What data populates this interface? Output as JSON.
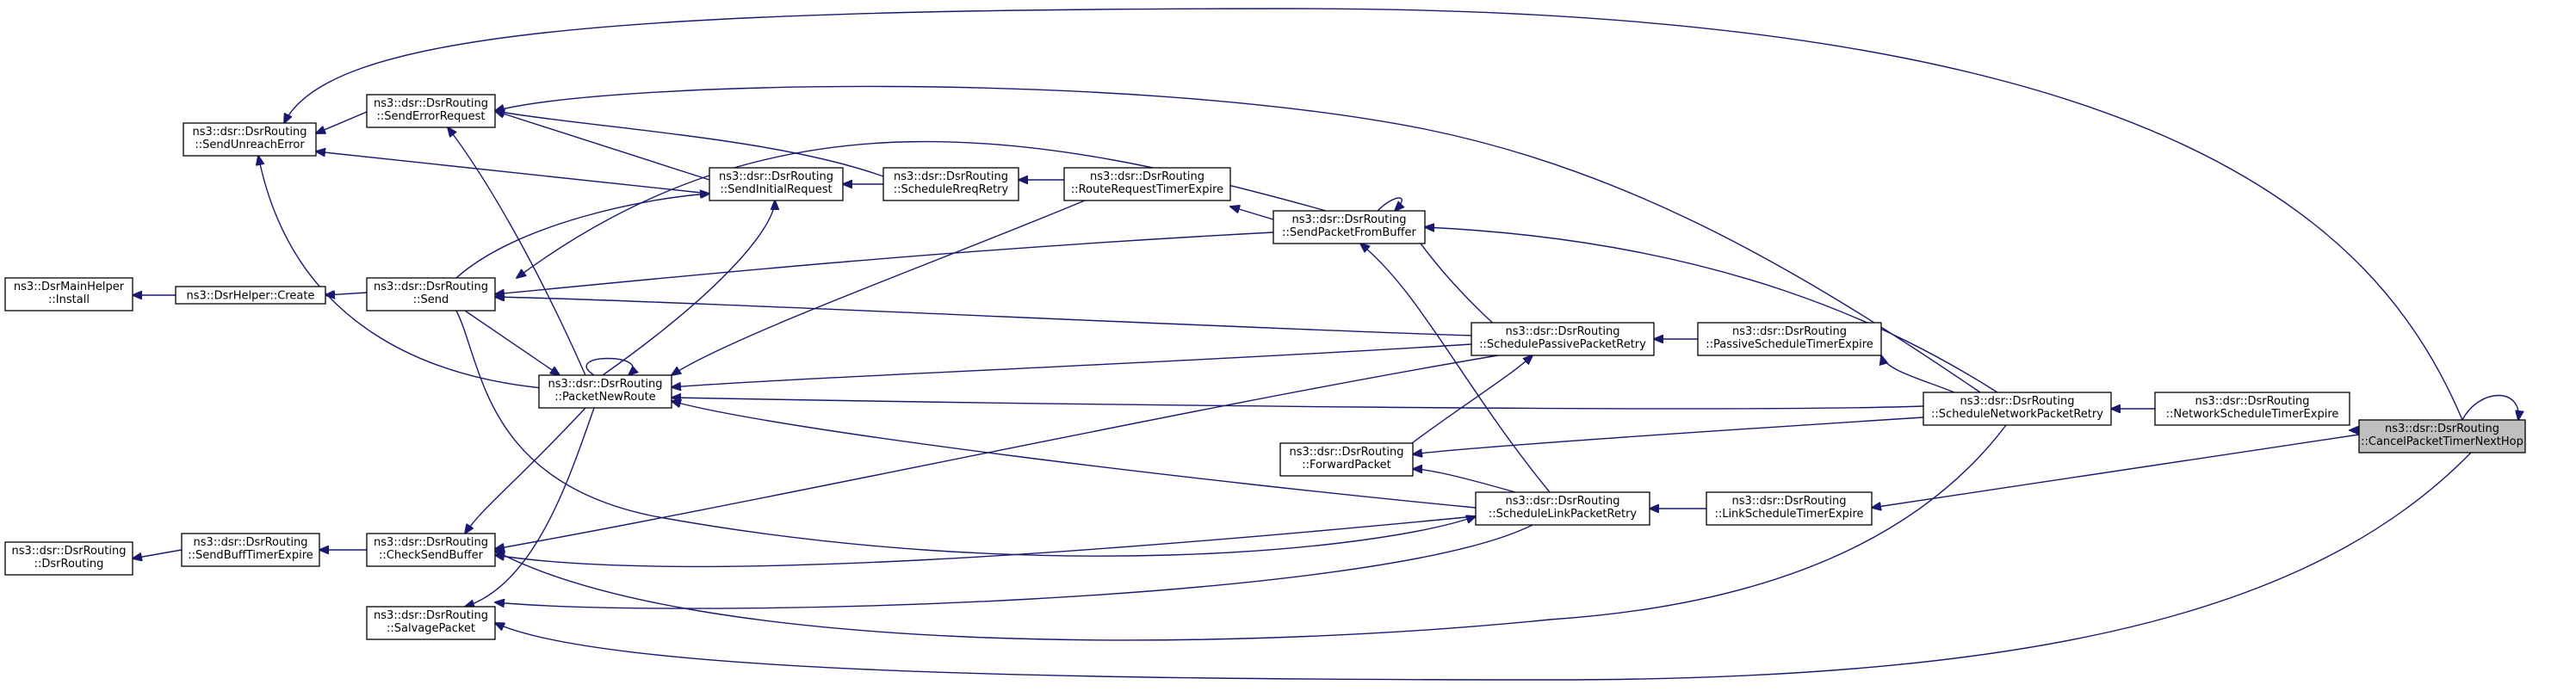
{
  "title": "",
  "colors": {
    "edge": "#191970",
    "node_border": "#000000",
    "node_fill": "#ffffff",
    "highlight_fill": "#bfbfbf"
  },
  "nodes": [
    {
      "id": "cancel",
      "lines": [
        "ns3::dsr::DsrRouting",
        "::CancelPacketTimerNextHop"
      ],
      "highlighted": true
    },
    {
      "id": "netsched",
      "lines": [
        "ns3::dsr::DsrRouting",
        "::NetworkScheduleTimerExpire"
      ]
    },
    {
      "id": "schednet",
      "lines": [
        "ns3::dsr::DsrRouting",
        "::ScheduleNetworkPacketRetry"
      ]
    },
    {
      "id": "linksched",
      "lines": [
        "ns3::dsr::DsrRouting",
        "::LinkScheduleTimerExpire"
      ]
    },
    {
      "id": "schedlink",
      "lines": [
        "ns3::dsr::DsrRouting",
        "::ScheduleLinkPacketRetry"
      ]
    },
    {
      "id": "passivesched",
      "lines": [
        "ns3::dsr::DsrRouting",
        "::PassiveScheduleTimerExpire"
      ]
    },
    {
      "id": "schedpassive",
      "lines": [
        "ns3::dsr::DsrRouting",
        "::SchedulePassivePacketRetry"
      ]
    },
    {
      "id": "sendbuf",
      "lines": [
        "ns3::dsr::DsrRouting",
        "::SendPacketFromBuffer"
      ]
    },
    {
      "id": "routereq",
      "lines": [
        "ns3::dsr::DsrRouting",
        "::RouteRequestTimerExpire"
      ]
    },
    {
      "id": "schedreq",
      "lines": [
        "ns3::dsr::DsrRouting",
        "::ScheduleRreqRetry"
      ]
    },
    {
      "id": "sendinit",
      "lines": [
        "ns3::dsr::DsrRouting",
        "::SendInitialRequest"
      ]
    },
    {
      "id": "senderr",
      "lines": [
        "ns3::dsr::DsrRouting",
        "::SendErrorRequest"
      ]
    },
    {
      "id": "sendunreach",
      "lines": [
        "ns3::dsr::DsrRouting",
        "::SendUnreachError"
      ]
    },
    {
      "id": "send",
      "lines": [
        "ns3::dsr::DsrRouting",
        "::Send"
      ]
    },
    {
      "id": "helpercreate",
      "lines": [
        "ns3::DsrHelper::Create"
      ]
    },
    {
      "id": "mainhelper",
      "lines": [
        "ns3::DsrMainHelper",
        "::Install"
      ]
    },
    {
      "id": "packetnew",
      "lines": [
        "ns3::dsr::DsrRouting",
        "::PacketNewRoute"
      ]
    },
    {
      "id": "forward",
      "lines": [
        "ns3::dsr::DsrRouting",
        "::ForwardPacket"
      ]
    },
    {
      "id": "checksend",
      "lines": [
        "ns3::dsr::DsrRouting",
        "::CheckSendBuffer"
      ]
    },
    {
      "id": "sendbufftimer",
      "lines": [
        "ns3::dsr::DsrRouting",
        "::SendBuffTimerExpire"
      ]
    },
    {
      "id": "dsrrouting",
      "lines": [
        "ns3::dsr::DsrRouting",
        "::DsrRouting"
      ]
    },
    {
      "id": "salvage",
      "lines": [
        "ns3::dsr::DsrRouting",
        "::SalvagePacket"
      ]
    }
  ]
}
